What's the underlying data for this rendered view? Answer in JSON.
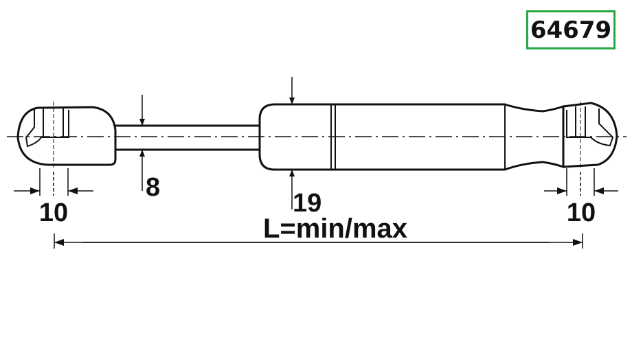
{
  "part_number": "64679",
  "dimensions": {
    "rod_diameter": "8",
    "body_diameter": "19",
    "left_fitting": "10",
    "right_fitting": "10",
    "length": "L=min/max"
  },
  "colors": {
    "label_border": "#27a843",
    "line": "#111111"
  }
}
